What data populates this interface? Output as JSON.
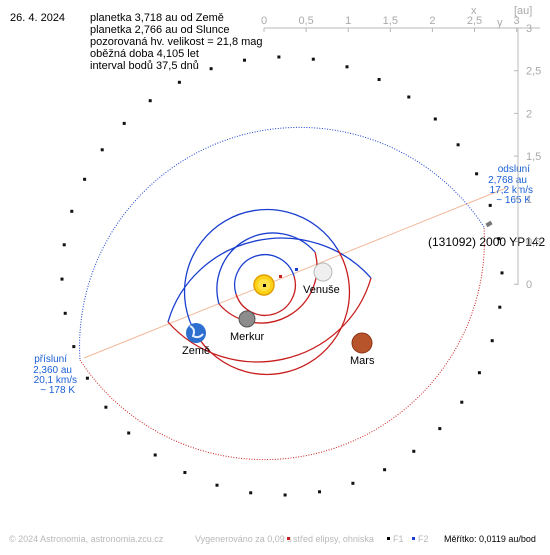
{
  "header": {
    "date": "26. 4. 2024",
    "lines": [
      "planetka 3,718 au od Země",
      "planetka 2,766 au od Slunce",
      "pozorovaná hv. velikost = 21,8 mag",
      "oběžná doba 4,105 let",
      "interval bodů 37,5 dnů"
    ]
  },
  "axes": {
    "x_ticks": [
      "0",
      "0,5",
      "1",
      "1,5",
      "2",
      "2,5",
      "3"
    ],
    "y_ticks": [
      "3",
      "2,5",
      "2",
      "1,5",
      "1",
      "0,5",
      "0"
    ],
    "unit": "[au]",
    "x_label": "x",
    "y_label": "y"
  },
  "bodies": {
    "venus": "Venuše",
    "mercury": "Merkur",
    "earth": "Země",
    "mars": "Mars",
    "asteroid": "(131092) 2000 YP142"
  },
  "aphelion": {
    "title": "odsluní",
    "dist": "2,768 au",
    "speed": "17,2 km/s",
    "temp": "~ 165 K"
  },
  "perihelion": {
    "title": "přísluní",
    "dist": "2,360 au",
    "speed": "20,1 km/s",
    "temp": "~ 178 K"
  },
  "footer": {
    "copyright": "© 2024 Astronomia, astronomia.zcu.cz",
    "generated": "Vygenerováno za 0,09 s",
    "legend_center": "střed elipsy, ohniska",
    "f1": "F1",
    "f2": "F2",
    "scale": "Měřítko: 0,0119 au/bod"
  },
  "colors": {
    "orbit_blue": "#1a3fcf",
    "orbit_red": "#c81e1e",
    "apsis_line": "#f2b89a",
    "axis_gray": "#b8b8b8",
    "label_blue": "#1a5fd6"
  }
}
